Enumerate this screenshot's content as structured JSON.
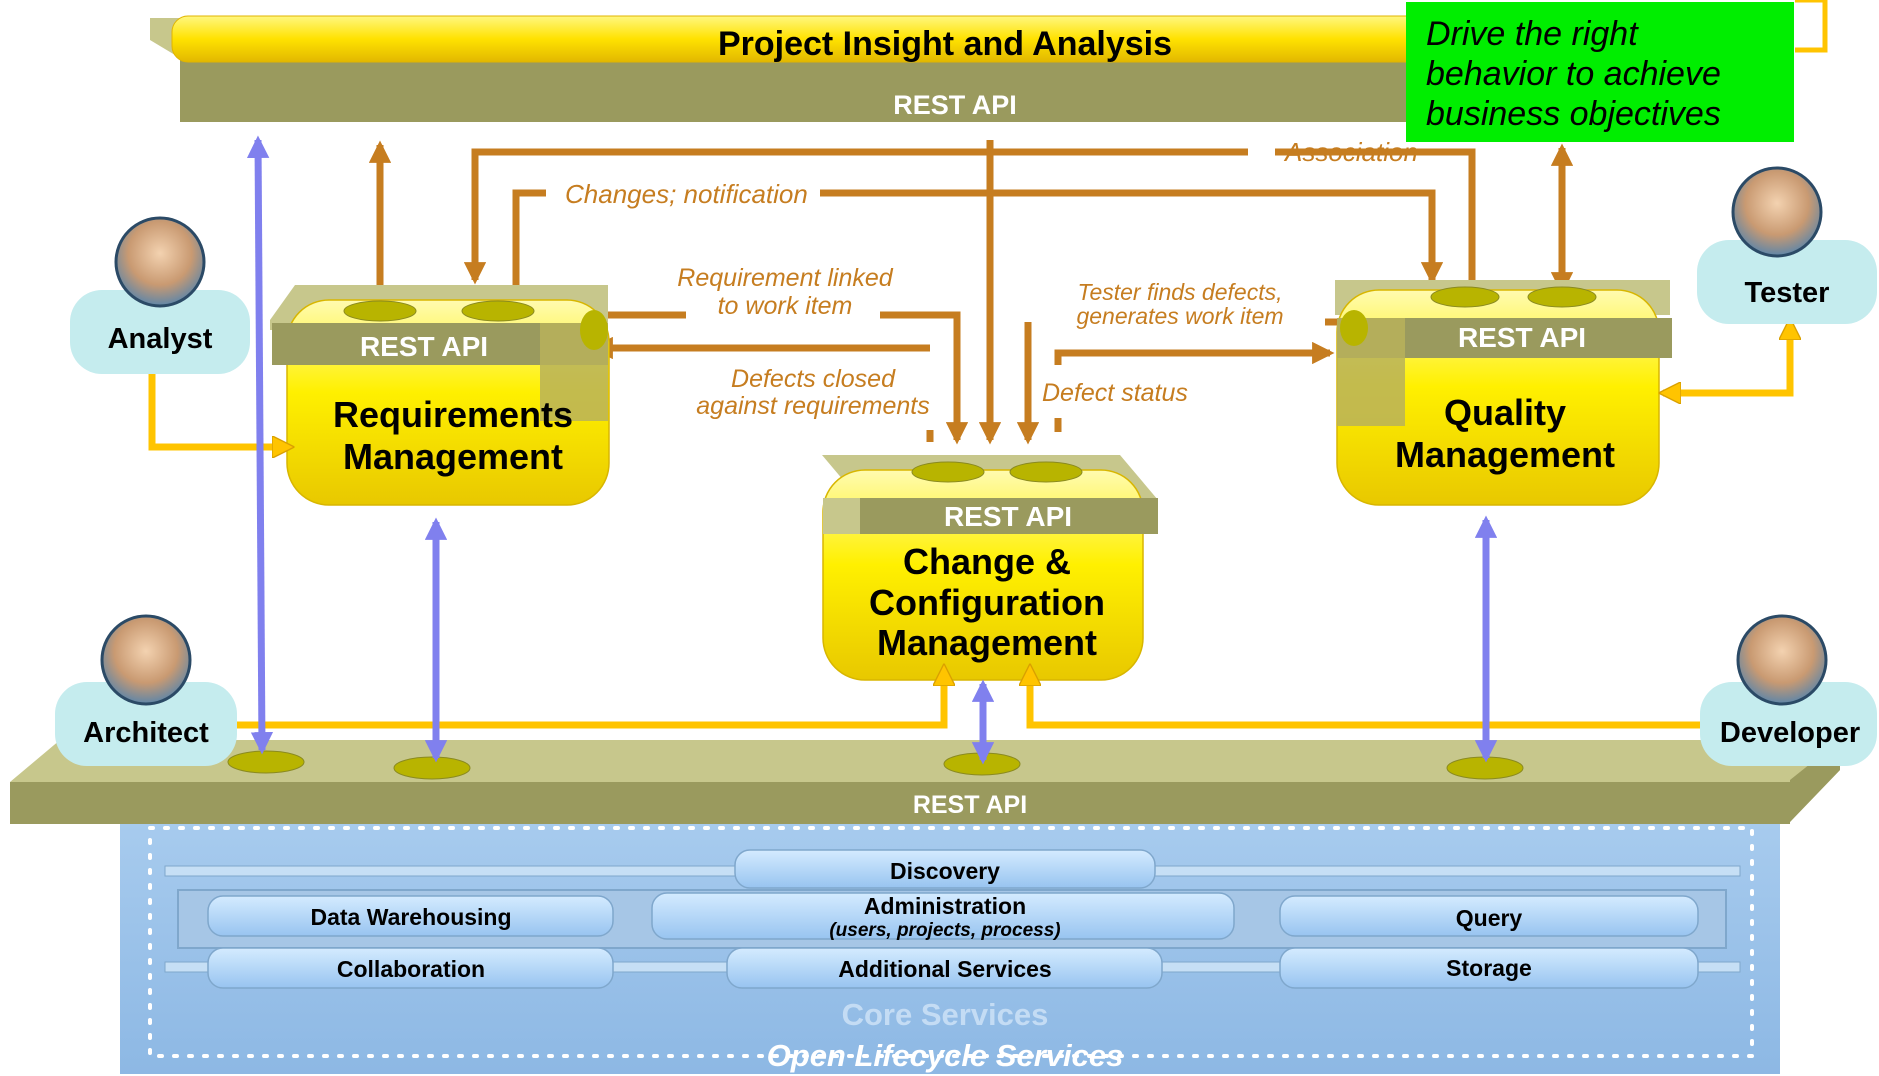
{
  "top_bar": {
    "title": "Project Insight and Analysis",
    "api": "REST API"
  },
  "callout": {
    "lines": [
      "Drive the right",
      "behavior to achieve",
      "business objectives"
    ]
  },
  "modules": {
    "requirements": {
      "api": "REST API",
      "lines": [
        "Requirements",
        "Management"
      ]
    },
    "change": {
      "api": "REST API",
      "lines": [
        "Change &",
        "Configuration",
        "Management"
      ]
    },
    "quality": {
      "api": "REST API",
      "lines": [
        "Quality",
        "Management"
      ]
    }
  },
  "platform": {
    "api": "REST API"
  },
  "roles": {
    "analyst": "Analyst",
    "architect": "Architect",
    "tester": "Tester",
    "developer": "Developer"
  },
  "annotations": {
    "association": "Association",
    "changes": "Changes; notification",
    "req_linked": [
      "Requirement linked",
      "to work item"
    ],
    "defects_closed": [
      "Defects closed",
      "against requirements"
    ],
    "tester_finds": [
      "Tester finds defects,",
      "generates work item"
    ],
    "defect_status": "Defect status"
  },
  "services": {
    "discovery": "Discovery",
    "data_warehousing": "Data Warehousing",
    "administration": "Administration",
    "administration_sub": "(users, projects, process)",
    "query": "Query",
    "collaboration": "Collaboration",
    "additional": "Additional Services",
    "storage": "Storage",
    "core": "Core Services",
    "open": "Open Lifecycle Services"
  },
  "colors": {
    "olive": "#9a9a5e",
    "olive_light": "#c7c78c",
    "olive_dark": "#7a7a40",
    "yellow": "#ffe000",
    "brown_arrow": "#c67d20",
    "blue_arrow": "#8080ee",
    "green": "#00ee00",
    "services_bg": "#9fc3e8",
    "service_pill": "#a8d0f8"
  }
}
